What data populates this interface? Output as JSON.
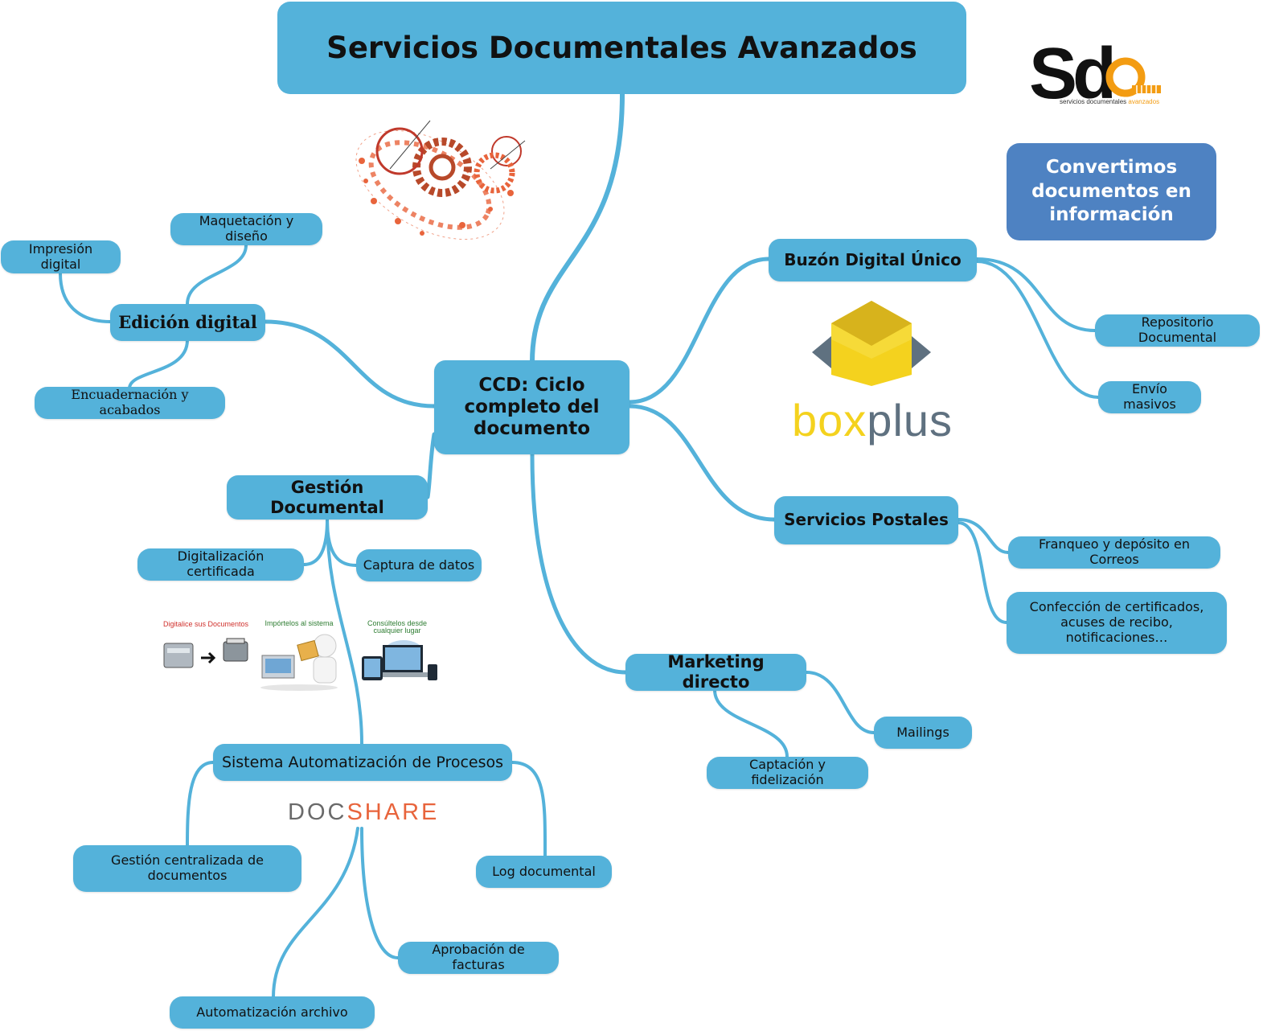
{
  "title": "Servicios Documentales Avanzados",
  "tagline": "Convertimos documentos en información",
  "center": "CCD: Ciclo completo del documento",
  "edicion": {
    "label": "Edición digital",
    "children": [
      "Impresión digital",
      "Maquetación y diseño",
      "Encuadernación y acabados"
    ]
  },
  "gestion": {
    "label": "Gestión Documental",
    "children": [
      "Digitalización certificada",
      "Captura de datos"
    ]
  },
  "sap": {
    "label": "Sistema Automatización de Procesos",
    "children": [
      "Gestión centralizada de documentos",
      "Log documental",
      "Aprobación de facturas",
      "Automatización archivo"
    ]
  },
  "buzon": {
    "label": "Buzón Digital Único",
    "children": [
      "Repositorio Documental",
      "Envío masivos"
    ]
  },
  "postales": {
    "label": "Servicios Postales",
    "children": [
      "Franqueo y depósito en Correos",
      "Confección de certificados, acuses de recibo, notificaciones…"
    ]
  },
  "marketing": {
    "label": "Marketing directo",
    "children": [
      "Mailings",
      "Captación y fidelización"
    ]
  },
  "logo": {
    "main": "Sd",
    "subtitle_dark": "servicios documentales ",
    "subtitle_accent": "avanzados"
  },
  "boxplus": {
    "part1": "box",
    "part2": "plus"
  },
  "docshare": {
    "part1": "DOC",
    "part2": "SHARE"
  },
  "steps": {
    "s1": "Digitalice sus Documentos",
    "s2": "Impórtelos al sistema",
    "s3": "Consúltelos desde cualquier lugar"
  },
  "colors": {
    "node": "#54b2da",
    "tagline": "#4e82c2",
    "logo_orange": "#f39c12",
    "boxplus_yellow": "#f4d21e",
    "boxplus_gray": "#5f7180",
    "docshare_gray": "#6a6a6a",
    "docshare_orange": "#e8643c"
  }
}
